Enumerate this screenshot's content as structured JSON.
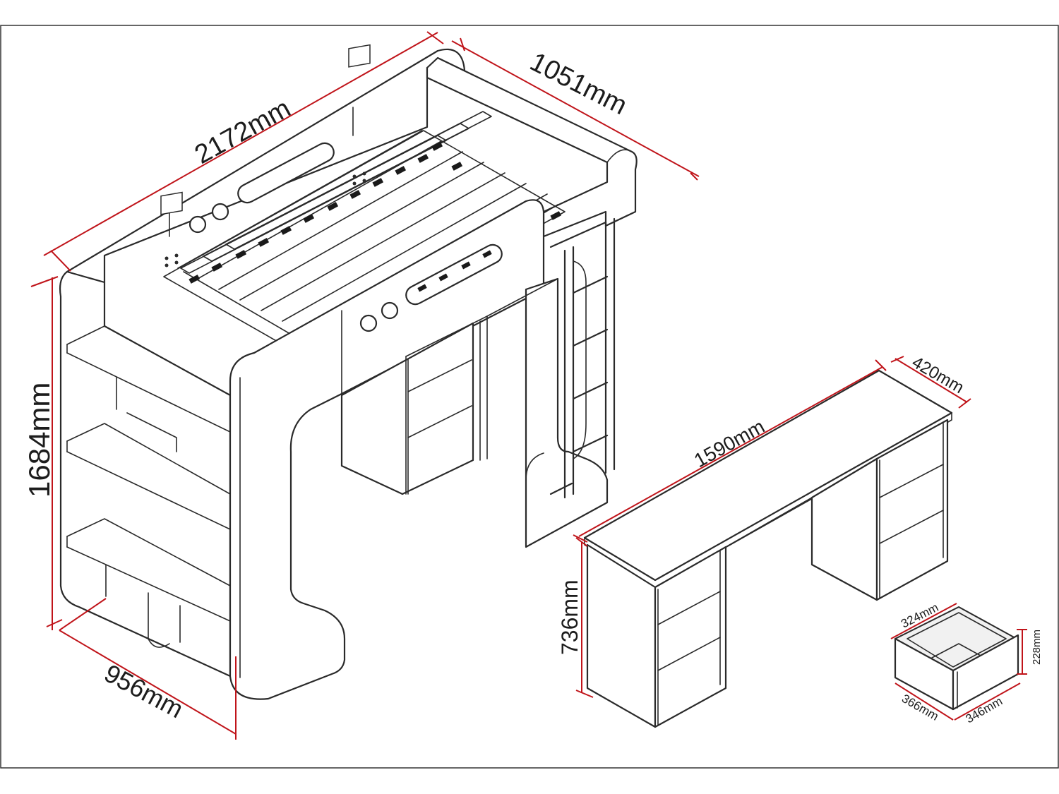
{
  "dimensions": {
    "bed_length": "2172mm",
    "bed_width": "1051mm",
    "bed_height": "1684mm",
    "bed_depth": "956mm",
    "desk_length": "1590mm",
    "desk_depth": "420mm",
    "desk_height": "736mm",
    "drawer_inner_width": "324mm",
    "drawer_height": "228mm",
    "drawer_width": "366mm",
    "drawer_depth": "346mm"
  },
  "colors": {
    "dimension_line": "#c0141a",
    "outline": "#2a2a2a",
    "label": "#1c1c1c"
  }
}
